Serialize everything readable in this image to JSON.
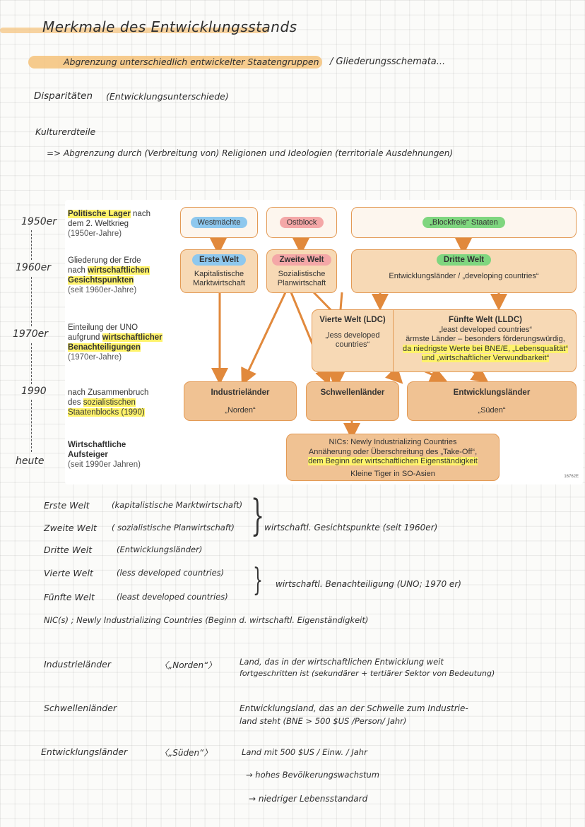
{
  "title": "Merkmale des Entwicklungsstands",
  "subtitle": {
    "highlighted": "Abgrenzung unterschiedlich entwickelter Staatengruppen",
    "rest": "/ Gliederungsschemata..."
  },
  "disparitaeten": {
    "label": "Disparitäten",
    "note": "(Entwicklungsunterschiede)"
  },
  "kulturerdteile": {
    "label": "Kulturerdteile",
    "line": "=> Abgrenzung durch (Verbreitung von) Religionen und Ideologien (territoriale Ausdehnungen)"
  },
  "timeline": [
    "1950er",
    "1960er",
    "1970er",
    "1990",
    "heute"
  ],
  "diagram": {
    "rows": [
      {
        "bold": "Politische Lager",
        "text": " nach dem 2. Weltkrieg",
        "sub": "(1950er-Jahre)"
      },
      {
        "pre": "Gliederung der Erde nach ",
        "bold": "wirtschaftlichen Gesichtspunkten",
        "sub": "(seit 1960er-Jahre)"
      },
      {
        "pre": "Einteilung der UNO aufgrund ",
        "bold": "wirtschaftlicher Benachteiligungen",
        "sub": "(1970er-Jahre)"
      },
      {
        "pre": "nach Zusammenbruch des ",
        "bold": "sozialistischen Staatenblocks (1990)"
      },
      {
        "bold": "Wirtschaftliche Aufsteiger",
        "sub": "(seit 1990er Jahren)"
      }
    ],
    "westmaechte": "Westmächte",
    "ostblock": "Ostblock",
    "blockfreie": "„Blockfreie“ Staaten",
    "erste_welt": {
      "title": "Erste Welt",
      "text": "Kapitalistische Marktwirtschaft"
    },
    "zweite_welt": {
      "title": "Zweite Welt",
      "text": "Sozialistische Planwirtschaft"
    },
    "dritte_welt": {
      "title": "Dritte Welt",
      "text": "Entwicklungsländer / „developing countries“"
    },
    "vierte_welt": {
      "title": "Vierte Welt (LDC)",
      "text": "„less developed countries“"
    },
    "fuenfte_welt": {
      "title": "Fünfte Welt (LLDC)",
      "line1": "„least developed countries“",
      "line2": "ärmste Länder – besonders förderungswürdig,",
      "line3": "da niedrigste Werte bei BNE/E, „Lebensqualität“",
      "line4": "und „wirtschaftlicher Verwundbarkeit“"
    },
    "industrielaender": {
      "title": "Industrieländer",
      "text": "„Norden“"
    },
    "schwellenlaender": {
      "title": "Schwellenländer"
    },
    "entwicklungslaender": {
      "title": "Entwicklungsländer",
      "text": "„Süden“"
    },
    "nics": {
      "line1": "NICs: Newly Industrializing Countries",
      "line2": "Annäherung oder Überschreitung des „Take-Off“,",
      "line3": "dem Beginn der wirtschaftlichen Eigenständigkeit",
      "line4": "Kleine Tiger in SO-Asien"
    },
    "code": "16762E"
  },
  "welten": [
    {
      "name": "Erste Welt",
      "desc": "(kapitalistische Marktwirtschaft)"
    },
    {
      "name": "Zweite Welt",
      "desc": "( sozialistische Planwirtschaft)"
    },
    {
      "name": "Dritte Welt",
      "desc": "(Entwicklungsländer)"
    },
    {
      "name": "Vierte Welt",
      "desc": "(less developed countries)"
    },
    {
      "name": "Fünfte Welt",
      "desc": "(least developed countries)"
    }
  ],
  "brace1": "wirtschaftl. Gesichtspunkte (seit 1960er)",
  "brace2": "wirtschaftl. Benachteiligung (UNO; 1970 er)",
  "nic_line": "NIC(s) ; Newly Industrializing Countries (Beginn d. wirtschaftl. Eigenständigkeit)",
  "definitions": [
    {
      "term": "Industrieländer",
      "tag": "〈„Norden“〉",
      "lines": [
        "Land, das in der wirtschaftlichen Entwicklung weit",
        "fortgeschritten ist (sekundärer + tertiärer Sektor von Bedeutung)"
      ]
    },
    {
      "term": "Schwellenländer",
      "tag": "",
      "lines": [
        "Entwicklungsland, das an der Schwelle zum Industrie-",
        "land steht (BNE > 500 $US /Person/ Jahr)"
      ]
    },
    {
      "term": "Entwicklungsländer",
      "tag": "〈„Süden“〉",
      "lines": [
        "Land mit 500 $US / Einw. / Jahr",
        "→ hohes Bevölkerungswachstum",
        "→ niedriger Lebensstandard"
      ]
    }
  ]
}
